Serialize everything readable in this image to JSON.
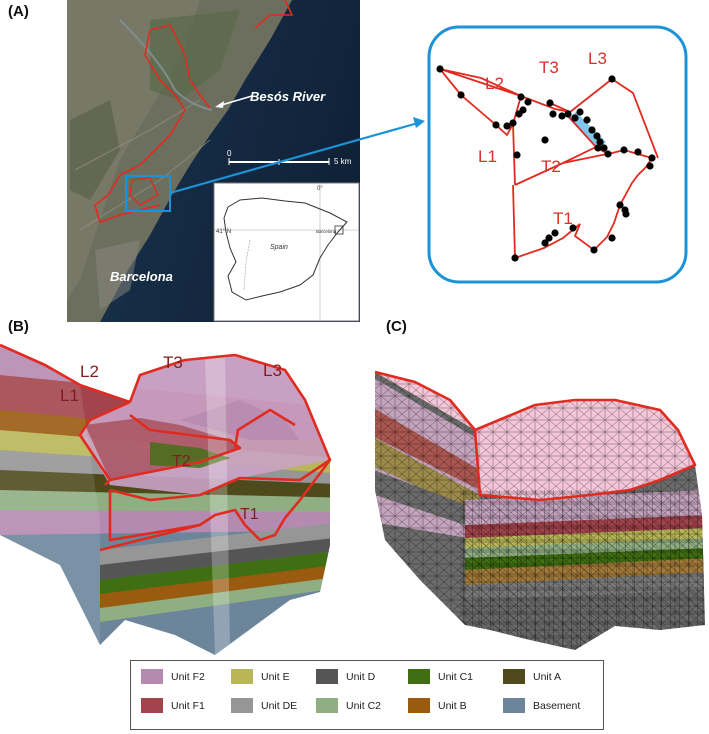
{
  "panels": {
    "a": {
      "label": "(A)",
      "river_label": "Besós River",
      "city_label": "Barcelona",
      "scale": {
        "zero": "0",
        "max": "5 km"
      },
      "inset": {
        "lon_label": "0°",
        "lat_label": "41° N",
        "country_label": "Spain",
        "city_small": "Barcelona"
      },
      "wells": {
        "L1": "L1",
        "L2": "L2",
        "L3": "L3",
        "T1": "T1",
        "T2": "T2",
        "T3": "T3"
      }
    },
    "b": {
      "label": "(B)",
      "wells": {
        "L1": "L1",
        "L2": "L2",
        "L3": "L3",
        "T1": "T1",
        "T2": "T2",
        "T3": "T3"
      }
    },
    "c": {
      "label": "(C)"
    }
  },
  "legend": {
    "items": [
      {
        "label": "Unit F2",
        "color": "#b58ab0"
      },
      {
        "label": "Unit E",
        "color": "#b8b656"
      },
      {
        "label": "Unit D",
        "color": "#555555"
      },
      {
        "label": "Unit C1",
        "color": "#3f6f12"
      },
      {
        "label": "Unit A",
        "color": "#4e4a1c"
      },
      {
        "label": "Unit F1",
        "color": "#a3434c"
      },
      {
        "label": "Unit DE",
        "color": "#969696"
      },
      {
        "label": "Unit C2",
        "color": "#8fae82"
      },
      {
        "label": "Unit B",
        "color": "#9a5a0f"
      },
      {
        "label": "Basement",
        "color": "#6c859b"
      }
    ]
  },
  "colors": {
    "outline": "#e02b20",
    "callout": "#1b93d6"
  }
}
